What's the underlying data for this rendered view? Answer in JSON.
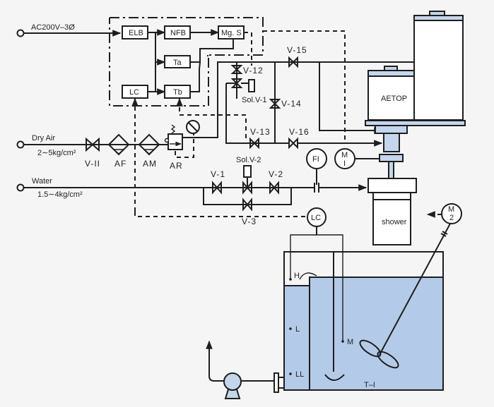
{
  "inputs": {
    "power": "AC200V–3Ø",
    "air": "Dry Air",
    "air_pressure": "2∼5kg/cm²",
    "water": "Water",
    "water_pressure": "1.5∼4kg/cm²"
  },
  "control": {
    "elb": "ELB",
    "nfb": "NFB",
    "mgs": "Mg. S",
    "ta": "Ta",
    "tb": "Tb",
    "lc": "LC"
  },
  "air_line": {
    "v11": "V-II",
    "af": "AF",
    "am": "AM",
    "ar": "AR"
  },
  "valves": {
    "v12": "V-12",
    "solv1": "Sol.V-1",
    "v13": "V-13",
    "v14": "V-14",
    "v15": "V-15",
    "v16": "V-16",
    "v1": "V-1",
    "v2": "V-2",
    "v3": "V-3",
    "solv2": "Sol.V-2"
  },
  "instruments": {
    "fi": "FI",
    "m1_top": "M",
    "m1_bottom": "I",
    "lc": "LC",
    "m2_top": "M",
    "m2_bottom": "2"
  },
  "equipment": {
    "aetop": "AETOP",
    "shower": "shower",
    "tank": "T–I",
    "level_h": "H",
    "level_l": "L",
    "level_ll": "LL",
    "level_m": "M"
  }
}
